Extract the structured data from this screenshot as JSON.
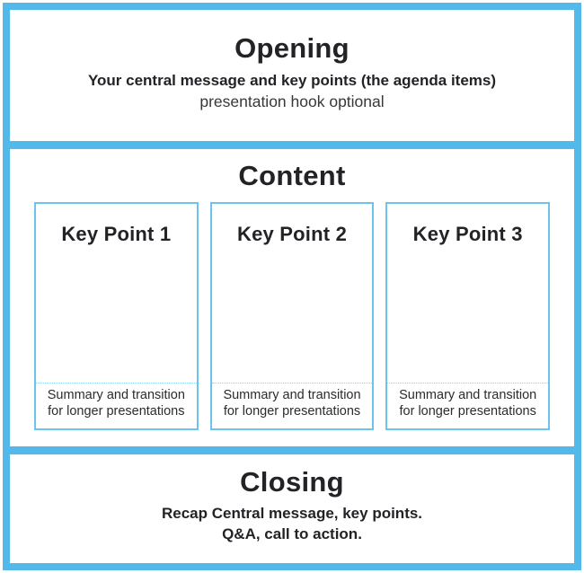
{
  "opening": {
    "title": "Opening",
    "subtitle": "Your central message and key points (the agenda items)",
    "note": "presentation hook optional"
  },
  "content": {
    "title": "Content",
    "key_points": [
      {
        "title": "Key Point 1",
        "footer": "Summary and transition for longer presentations"
      },
      {
        "title": "Key Point 2",
        "footer": "Summary and transition for longer presentations"
      },
      {
        "title": "Key Point 3",
        "footer": "Summary and transition for longer presentations"
      }
    ]
  },
  "closing": {
    "title": "Closing",
    "line1": "Recap Central message, key points.",
    "line2": "Q&A, call to action."
  },
  "colors": {
    "frame_blue": "#53B9EA",
    "box_border_blue": "#6CC4EC",
    "dotted_blue": "#8FCFEE",
    "text_dark": "#232327"
  }
}
